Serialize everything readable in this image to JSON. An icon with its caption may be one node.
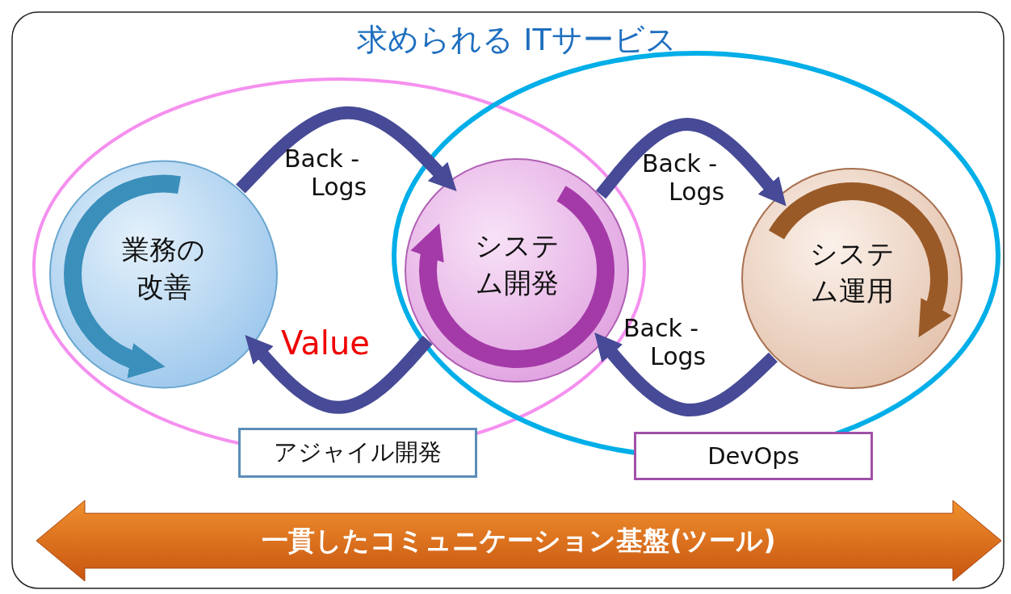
{
  "diagram": {
    "title": "求められる ITサービス",
    "nodes": [
      {
        "text": [
          "業務の改善"
        ]
      },
      {
        "text": [
          "システム開発"
        ]
      },
      {
        "text": [
          "システム運用"
        ]
      },
      {
        "text": [
          "アジャイル開発"
        ]
      },
      {
        "text": [
          "DevOps"
        ]
      },
      {
        "text": [
          "一貫したコミュニケーション基盤(ツール)"
        ]
      }
    ],
    "edges": [
      {
        "from": 0,
        "to": 1,
        "arrow": "to",
        "label": "Back -Logs"
      },
      {
        "from": 1,
        "to": 0,
        "arrow": "to",
        "label": "Value"
      },
      {
        "from": 1,
        "to": 2,
        "arrow": "to",
        "label": "Back -Logs"
      },
      {
        "from": 2,
        "to": 1,
        "arrow": "to",
        "label": "Back -Logs"
      }
    ]
  }
}
